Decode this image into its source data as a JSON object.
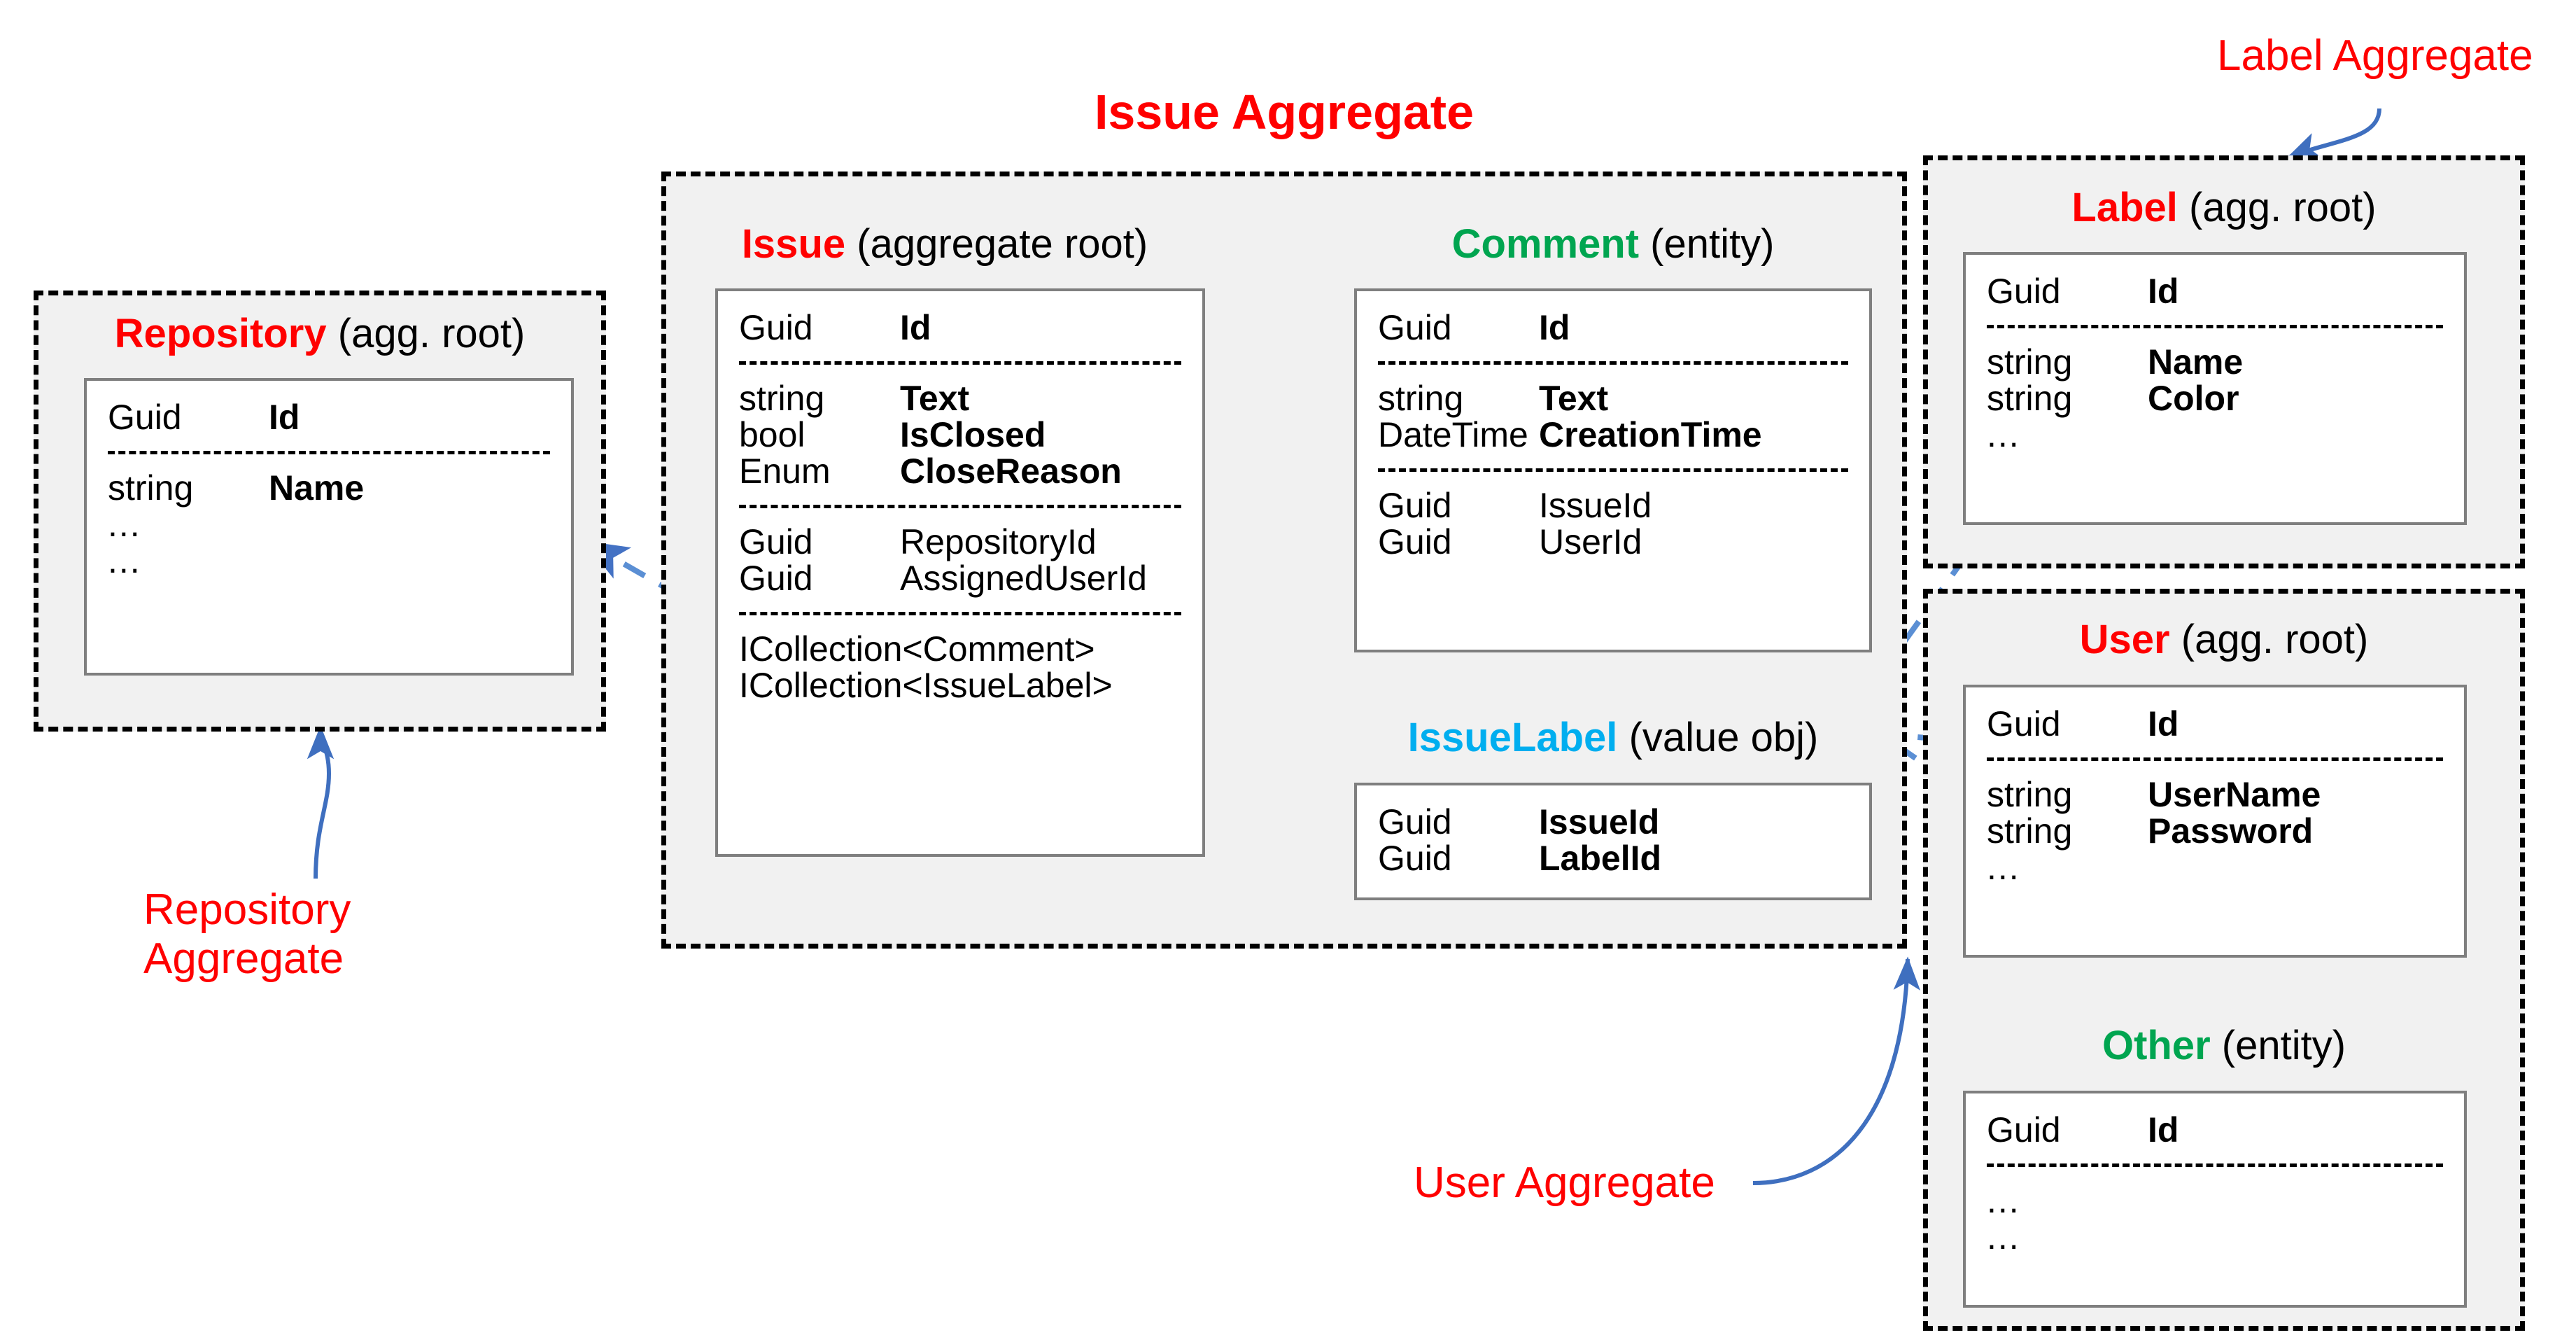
{
  "diagram": {
    "title": "Issue Aggregate",
    "colors": {
      "aggregate_root": "#ff0000",
      "entity": "#00a550",
      "value_object": "#00aeef",
      "annotation": "#ff0000",
      "relation_arrow": "#4472c4",
      "container_fill": "#f1f1f1",
      "table_border": "#7f7f7f"
    }
  },
  "annotations": {
    "repository_aggregate": "Repository\nAggregate",
    "label_aggregate": "Label Aggregate",
    "user_aggregate": "User Aggregate"
  },
  "entities": {
    "repository": {
      "name": "Repository",
      "stereotype": "(agg. root)",
      "kind": "aggregate-root",
      "rows": [
        {
          "type": "Guid",
          "field": "Id",
          "bold": true
        }
      ],
      "rows2": [
        {
          "type": "string",
          "field": "Name",
          "bold": true
        },
        {
          "type": "...",
          "field": "",
          "bold": false
        },
        {
          "type": "...",
          "field": "",
          "bold": false
        }
      ]
    },
    "issue": {
      "name": "Issue",
      "stereotype": "(aggregate root)",
      "kind": "aggregate-root",
      "rows": [
        {
          "type": "Guid",
          "field": "Id",
          "bold": true
        }
      ],
      "rows2": [
        {
          "type": "string",
          "field": "Text",
          "bold": true
        },
        {
          "type": "bool",
          "field": "IsClosed",
          "bold": true
        },
        {
          "type": "Enum",
          "field": "CloseReason",
          "bold": true
        }
      ],
      "rows3": [
        {
          "type": "Guid",
          "field": "RepositoryId",
          "bold": false
        },
        {
          "type": "Guid",
          "field": "AssignedUserId",
          "bold": false
        }
      ],
      "rows4": [
        {
          "type": "ICollection<Comment>",
          "field": "",
          "bold": false
        },
        {
          "type": "ICollection<IssueLabel>",
          "field": "",
          "bold": false
        }
      ]
    },
    "comment": {
      "name": "Comment",
      "stereotype": "(entity)",
      "kind": "entity",
      "rows": [
        {
          "type": "Guid",
          "field": "Id",
          "bold": true
        }
      ],
      "rows2": [
        {
          "type": "string",
          "field": "Text",
          "bold": true
        },
        {
          "type": "DateTime",
          "field": "CreationTime",
          "bold": true
        }
      ],
      "rows3": [
        {
          "type": "Guid",
          "field": "IssueId",
          "bold": false
        },
        {
          "type": "Guid",
          "field": "UserId",
          "bold": false
        }
      ]
    },
    "issuelabel": {
      "name": "IssueLabel",
      "stereotype": "(value obj)",
      "kind": "value-object",
      "rows": [
        {
          "type": "Guid",
          "field": "IssueId",
          "bold": true
        },
        {
          "type": "Guid",
          "field": "LabelId",
          "bold": true
        }
      ]
    },
    "label": {
      "name": "Label",
      "stereotype": "(agg. root)",
      "kind": "aggregate-root",
      "rows": [
        {
          "type": "Guid",
          "field": "Id",
          "bold": true
        }
      ],
      "rows2": [
        {
          "type": "string",
          "field": "Name",
          "bold": true
        },
        {
          "type": "string",
          "field": "Color",
          "bold": true
        },
        {
          "type": "...",
          "field": "",
          "bold": false
        }
      ]
    },
    "user": {
      "name": "User",
      "stereotype": "(agg. root)",
      "kind": "aggregate-root",
      "rows": [
        {
          "type": "Guid",
          "field": "Id",
          "bold": true
        }
      ],
      "rows2": [
        {
          "type": "string",
          "field": "UserName",
          "bold": true
        },
        {
          "type": "string",
          "field": "Password",
          "bold": true
        },
        {
          "type": "...",
          "field": "",
          "bold": false
        }
      ]
    },
    "other": {
      "name": "Other",
      "stereotype": "(entity)",
      "kind": "entity",
      "rows": [
        {
          "type": "Guid",
          "field": "Id",
          "bold": true
        }
      ],
      "rows2": [
        {
          "type": "...",
          "field": "",
          "bold": false
        },
        {
          "type": "...",
          "field": "",
          "bold": false
        }
      ]
    }
  }
}
